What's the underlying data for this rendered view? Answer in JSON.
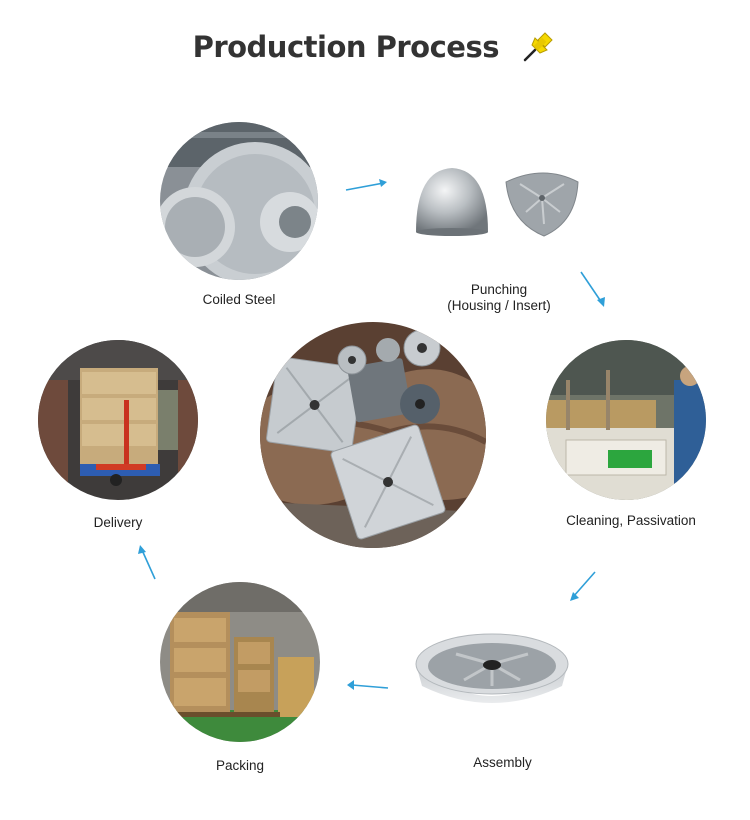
{
  "title": "Production Process",
  "icons": {
    "title_icon": "pushpin-icon",
    "flow_arrows": "arrow-icon"
  },
  "colors": {
    "arrow": "#2f9fd8",
    "pin": "#f5d800",
    "title": "#333333"
  },
  "steps": [
    {
      "label": "Coiled Steel"
    },
    {
      "label": "Punching",
      "sublabel": "(Housing / Insert)"
    },
    {
      "label": "Cleaning, Passivation"
    },
    {
      "label": "Assembly"
    },
    {
      "label": "Packing"
    },
    {
      "label": "Delivery"
    }
  ]
}
